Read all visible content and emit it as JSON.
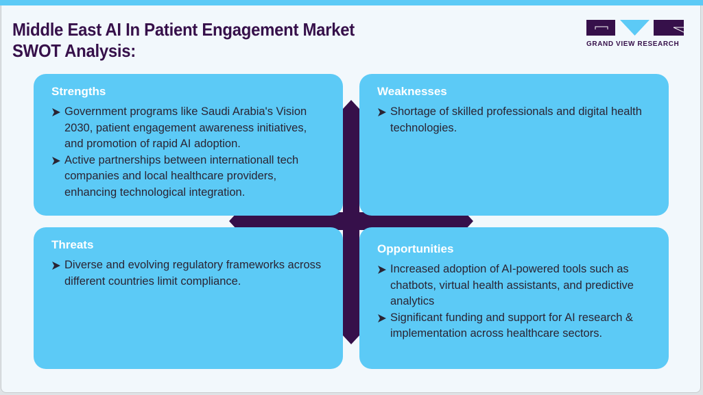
{
  "header": {
    "title_line1": "Middle East AI In Patient Engagement Market",
    "title_line2": "SWOT Analysis:",
    "logo_text": "GRAND VIEW RESEARCH"
  },
  "colors": {
    "accent_blue": "#5ccaf6",
    "brand_purple": "#36104a",
    "background": "#f2f8fc",
    "body_text": "#2a2433",
    "heading_text": "#ffffff"
  },
  "swot": {
    "strengths": {
      "title": "Strengths",
      "items": [
        "Government programs like Saudi Arabia's Vision 2030, patient engagement awareness initiatives, and promotion of rapid AI adoption.",
        "Active partnerships between internationall tech companies and local healthcare providers, enhancing technological integration."
      ]
    },
    "weaknesses": {
      "title": "Weaknesses",
      "items": [
        "Shortage of skilled professionals and digital health technologies."
      ]
    },
    "threats": {
      "title": "Threats",
      "items": [
        "Diverse and evolving regulatory frameworks across different countries limit compliance."
      ]
    },
    "opportunities": {
      "title": "Opportunities",
      "items": [
        "Increased adoption of AI-powered tools such as chatbots, virtual health assistants, and predictive analytics",
        "Significant funding and support for AI research & implementation across healthcare sectors."
      ]
    }
  }
}
